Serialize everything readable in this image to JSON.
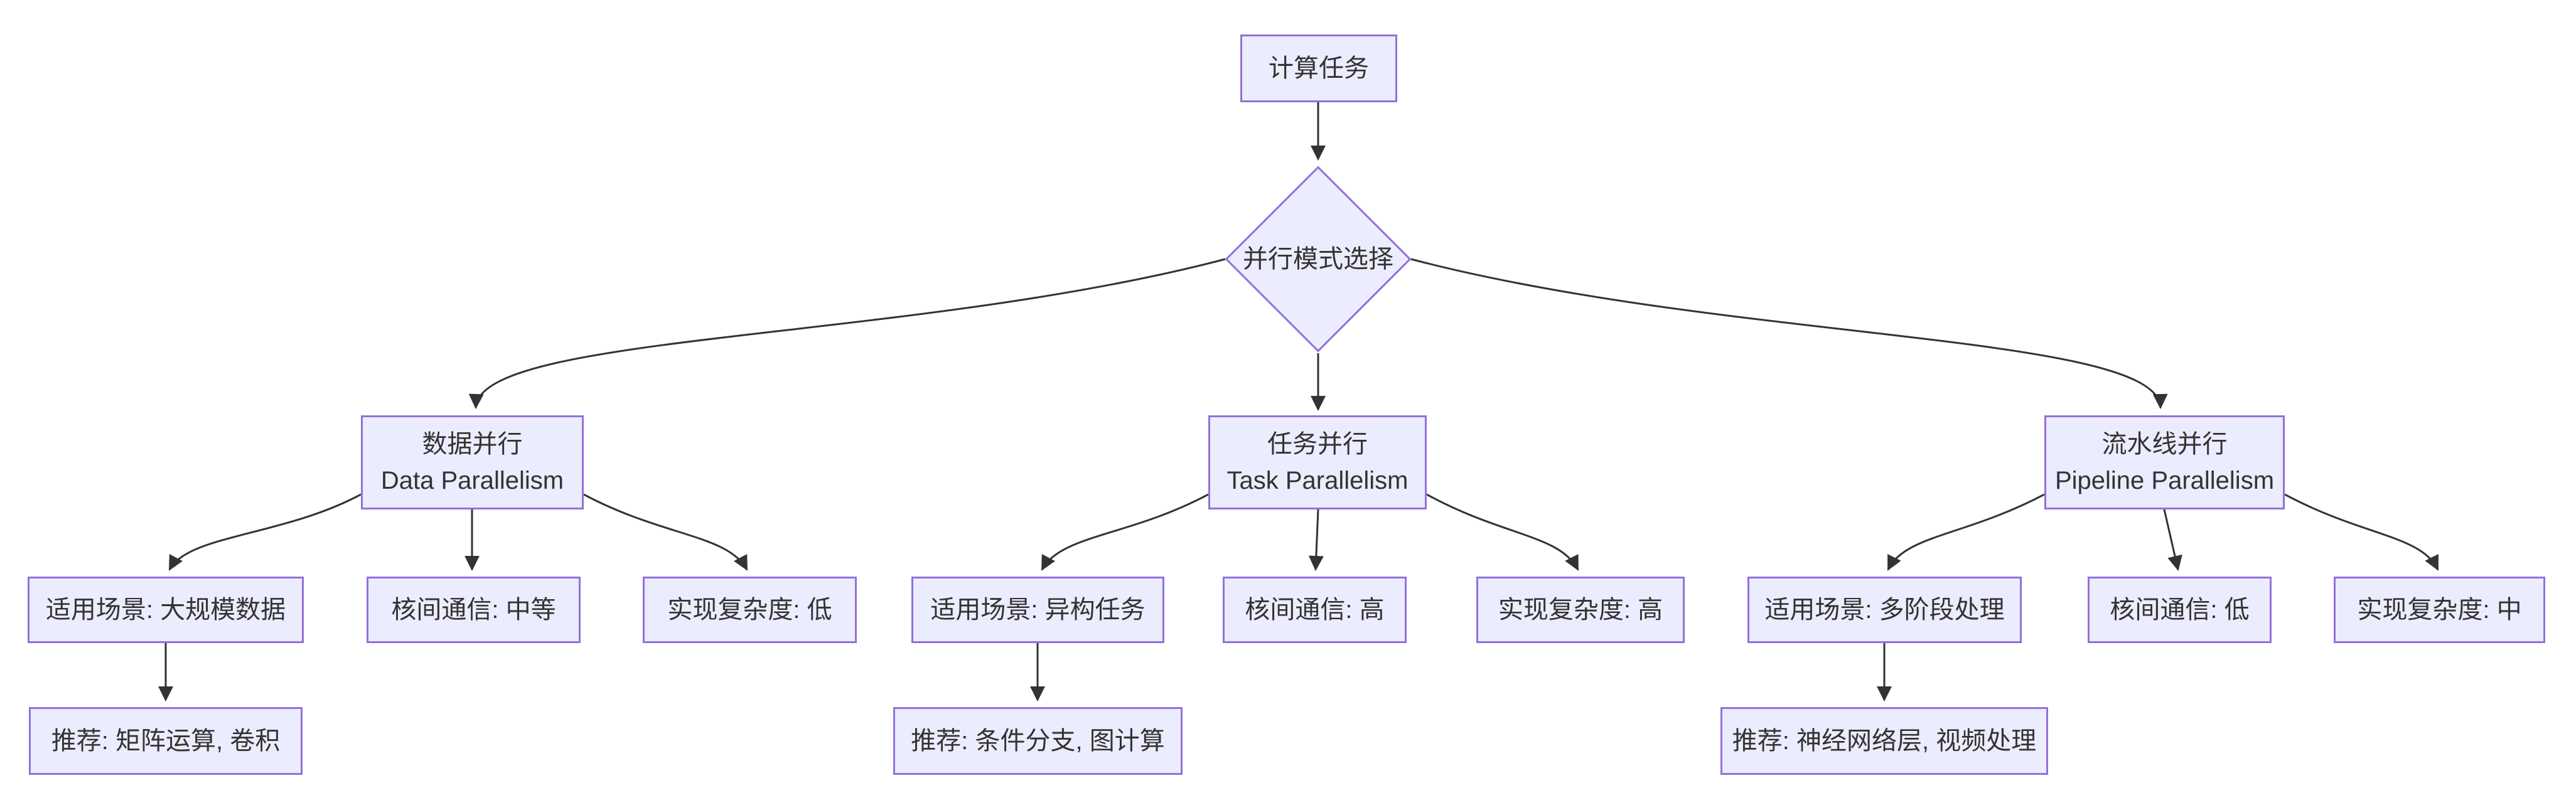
{
  "diagram": {
    "root": "计算任务",
    "decision": "并行模式选择",
    "branches": [
      {
        "title": "数据并行",
        "subtitle": "Data Parallelism",
        "scenario": "适用场景: 大规模数据",
        "communication": "核间通信: 中等",
        "complexity": "实现复杂度: 低",
        "recommendation": "推荐: 矩阵运算, 卷积"
      },
      {
        "title": "任务并行",
        "subtitle": "Task Parallelism",
        "scenario": "适用场景: 异构任务",
        "communication": "核间通信: 高",
        "complexity": "实现复杂度: 高",
        "recommendation": "推荐: 条件分支, 图计算"
      },
      {
        "title": "流水线并行",
        "subtitle": "Pipeline Parallelism",
        "scenario": "适用场景: 多阶段处理",
        "communication": "核间通信: 低",
        "complexity": "实现复杂度: 中",
        "recommendation": "推荐: 神经网络层, 视频处理"
      }
    ],
    "colors": {
      "node_fill": "#ECECFF",
      "node_border": "#9370DB",
      "edge": "#333333",
      "text": "#333333",
      "background": "#FFFFFF"
    }
  }
}
